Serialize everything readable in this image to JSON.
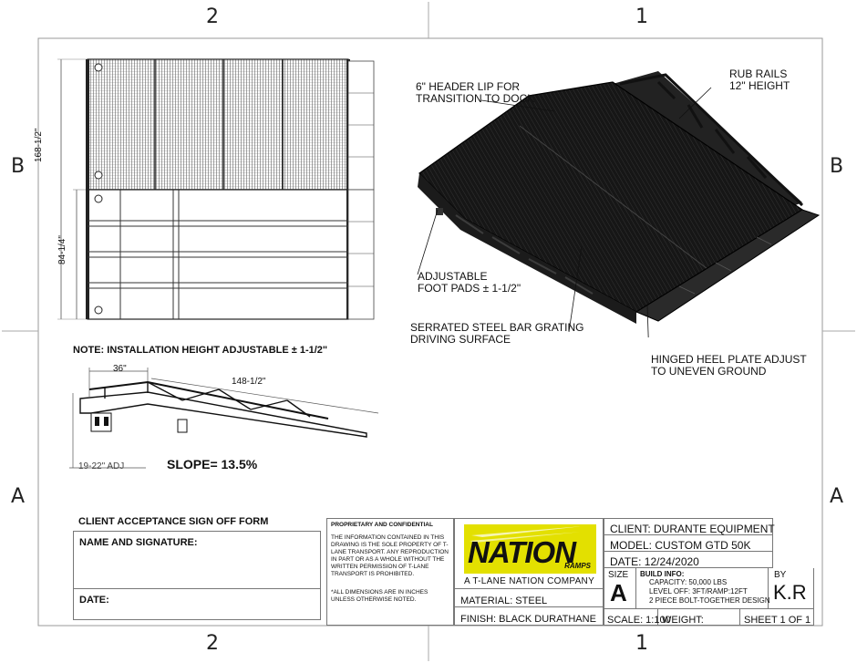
{
  "zones": {
    "top_left": "2",
    "top_right": "1",
    "bottom_left": "2",
    "bottom_right": "1",
    "left_b": "B",
    "right_b": "B",
    "left_a": "A",
    "right_a": "A"
  },
  "plan_dims": {
    "overall": "168-1/2\"",
    "section": "84-1/4\""
  },
  "callouts": {
    "header_lip": [
      "6\" HEADER LIP FOR",
      "TRANSITION TO DOCK"
    ],
    "rub_rails": [
      "RUB RAILS",
      "12\" HEIGHT"
    ],
    "foot_pads": [
      "ADJUSTABLE",
      "FOOT PADS ± 1-1/2\""
    ],
    "grating": [
      "SERRATED STEEL BAR GRATING",
      "DRIVING SURFACE"
    ],
    "heel_plate": [
      "HINGED HEEL PLATE ADJUST",
      "TO UNEVEN GROUND"
    ]
  },
  "note": "NOTE: INSTALLATION HEIGHT ADJUSTABLE ± 1-1/2\"",
  "side_dims": {
    "level": "36\"",
    "ramp": "148-1/2\"",
    "adj": "19-22\" ADJ"
  },
  "slope": "SLOPE= 13.5%",
  "signoff": {
    "title": "CLIENT ACCEPTANCE SIGN OFF FORM",
    "name_label": "NAME AND SIGNATURE:",
    "date_label": "DATE:"
  },
  "proprietary": {
    "title": "PROPRIETARY AND CONFIDENTIAL",
    "body": "THE INFORMATION CONTAINED IN THIS DRAWING IS THE SOLE PROPERTY OF T-LANE TRANSPORT.  ANY REPRODUCTION IN PART OR AS A WHOLE WITHOUT THE WRITTEN PERMISSION OF T-LANE TRANSPORT IS PROHIBITED.",
    "note": "*ALL DIMENSIONS ARE IN INCHES UNLESS OTHERWISE NOTED."
  },
  "logo": {
    "name": "NATION",
    "sub": "RAMPS",
    "company": "A T-LANE NATION COMPANY"
  },
  "title_block": {
    "material": "MATERIAL:  STEEL",
    "finish": "FINISH: BLACK DURATHANE",
    "client": "CLIENT:  DURANTE EQUIPMENT",
    "model": "MODEL: CUSTOM GTD 50K",
    "date": "DATE:     12/24/2020",
    "size_label": "SIZE",
    "size_value": "A",
    "build_label": "BUILD INFO:",
    "build_lines": [
      "CAPACITY: 50,000 LBS",
      "LEVEL OFF: 3FT/RAMP:12FT",
      "2 PIECE BOLT-TOGETHER DESIGN"
    ],
    "by_label": "BY",
    "by_value": "K.R",
    "scale": "SCALE: 1:100",
    "weight": "WEIGHT:",
    "sheet": "SHEET 1 OF 1"
  },
  "colors": {
    "logo_yellow": "#e3e000",
    "ramp_black": "#1a1a1a"
  }
}
